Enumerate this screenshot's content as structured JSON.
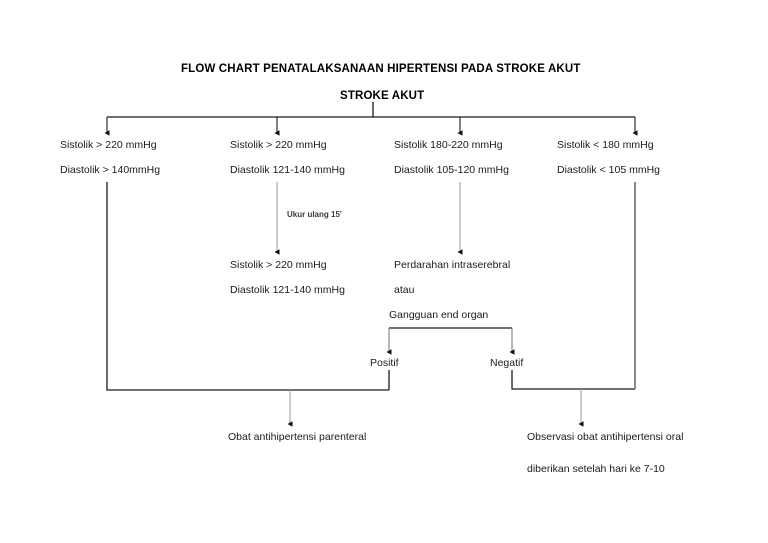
{
  "chart_data": {
    "type": "diagram",
    "title": "FLOW CHART PENATALAKSANAAN HIPERTENSI PADA STROKE AKUT",
    "root": "STROKE AKUT",
    "line_color": "#1b1b1b",
    "background": "#ffffff",
    "branches": [
      {
        "id": "col1",
        "systolic": "Sistolik > 220 mmHg",
        "diastolic": "Diastolik > 140mmHg",
        "outcome_ref": "parenteral"
      },
      {
        "id": "col2",
        "systolic": "Sistolik > 220 mmHg",
        "diastolic": "Diastolik 121-140 mmHg",
        "note": "Ukur ulang 15'",
        "recheck_systolic": "Sistolik > 220 mmHg",
        "recheck_diastolic": "Diastolik 121-140 mmHg"
      },
      {
        "id": "col3",
        "systolic": "Sistolik 180-220 mmHg",
        "diastolic": "Diastolik 105-120 mmHg",
        "assess_line1": "Perdarahan intraserebral",
        "assess_line2": "atau",
        "assess_line3": "Gangguan end organ",
        "positive_label": "Positif",
        "negative_label": "Negatif"
      },
      {
        "id": "col4",
        "systolic": "Sistolik < 180 mmHg",
        "diastolic": "Diastolik < 105 mmHg",
        "outcome_ref": "observasi"
      }
    ],
    "outcomes": [
      {
        "id": "parenteral",
        "line1": "Obat antihipertensi parenteral",
        "line2": ""
      },
      {
        "id": "observasi",
        "line1": "Observasi obat antihipertensi oral",
        "line2": "diberikan setelah hari ke 7-10"
      }
    ]
  }
}
